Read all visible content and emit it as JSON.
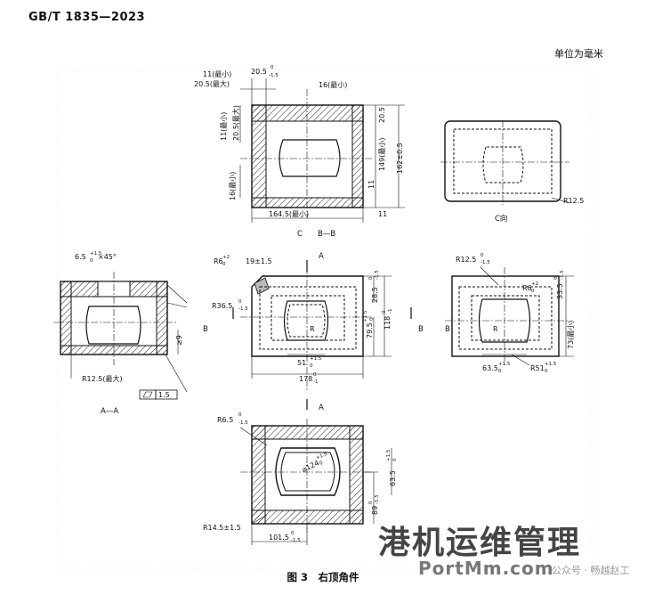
{
  "header": {
    "standard": "GB/T 1835—2023",
    "unit_note": "单位为毫米"
  },
  "caption": "图 3　右顶角件",
  "watermark": {
    "title": "港机运维管理",
    "url": "PortMm.com",
    "account": "公众号 · 畅越赵工"
  },
  "views": {
    "bb": {
      "section_label": "B—B",
      "dir_mark": "C",
      "dims": [
        "11(最小)",
        "20.5(最大)",
        "20.5",
        "0",
        "-1.5",
        "16(最小)",
        "11(最小)",
        "20.5(最大)",
        "20.5",
        "149(最小)",
        "162±0.5",
        "16(最小)",
        "11",
        "164.5(最小)",
        "11"
      ]
    },
    "c": {
      "label": "C向",
      "dims": [
        "R12.5"
      ]
    },
    "aa": {
      "label": "A—A",
      "dims": [
        "6.5",
        "+1.5",
        "0",
        "×45°",
        "≥9",
        "R12.5(最大)",
        "1.5"
      ]
    },
    "front": {
      "section_marks": [
        "A",
        "B",
        "A"
      ],
      "dims": [
        "R6",
        "+2",
        "0",
        "19±1.5",
        "28.5",
        "0",
        "-1.5",
        "R36.5",
        "0",
        "-1.5",
        "79.5",
        "+1.5",
        "0",
        "118",
        "0",
        "-1",
        "51",
        "+1.5",
        "0",
        "178",
        "0",
        "-1",
        "R",
        "B"
      ]
    },
    "side": {
      "section_mark": "B",
      "dims": [
        "R12.5",
        "0",
        "-1.5",
        "R6",
        "+2",
        "0",
        "33.5",
        "0",
        "-1.5",
        "73(最小)",
        "63.5",
        "+1.5",
        "0",
        "R51",
        "+1.5",
        "0",
        "R"
      ]
    },
    "bottom": {
      "dims": [
        "R6.5",
        "0",
        "-1.5",
        "⌀124",
        "+1.5",
        "0",
        "63.5",
        "+1.5",
        "0",
        "89",
        "0",
        "-1.5",
        "R14.5±1.5",
        "101.5",
        "0",
        "-1.5"
      ]
    }
  }
}
